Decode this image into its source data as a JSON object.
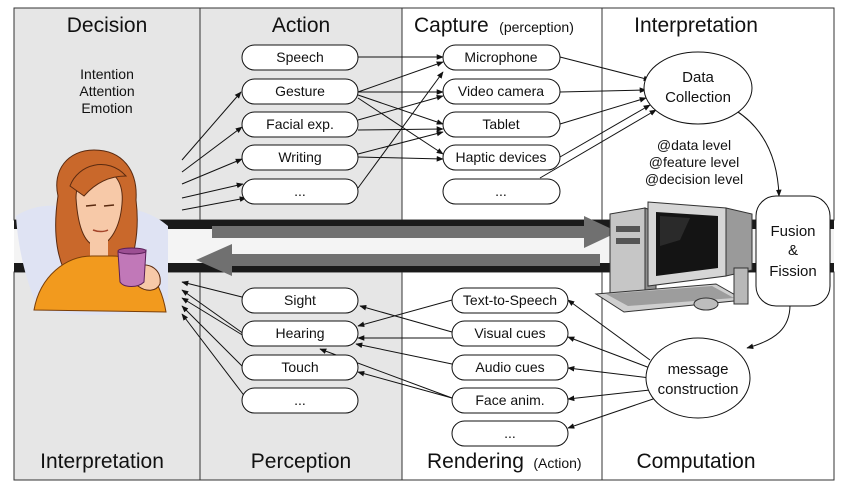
{
  "panels": {
    "top": {
      "decision": {
        "title": "Decision",
        "items": [
          "Intention",
          "Attention",
          "Emotion"
        ]
      },
      "action": {
        "title": "Action"
      },
      "capture": {
        "title": "Capture",
        "subtitle": "(perception)"
      },
      "interpretation": {
        "title": "Interpretation"
      }
    },
    "bottom": {
      "interpretation": {
        "title": "Interpretation"
      },
      "perception": {
        "title": "Perception"
      },
      "rendering": {
        "title": "Rendering",
        "subtitle": "(Action)"
      },
      "computation": {
        "title": "Computation"
      }
    }
  },
  "action_items": [
    "Speech",
    "Gesture",
    "Facial exp.",
    "Writing",
    "..."
  ],
  "capture_items": [
    "Microphone",
    "Video camera",
    "Tablet",
    "Haptic devices",
    "..."
  ],
  "perception_items": [
    "Sight",
    "Hearing",
    "Touch",
    "..."
  ],
  "rendering_items": [
    "Text-to-Speech",
    "Visual cues",
    "Audio cues",
    "Face anim.",
    "..."
  ],
  "data_collection": {
    "line1": "Data",
    "line2": "Collection"
  },
  "levels": [
    "@data level",
    "@feature level",
    "@decision level"
  ],
  "fusion": {
    "line1": "Fusion",
    "line2": "&",
    "line3": "Fission"
  },
  "message_construction": {
    "line1": "message",
    "line2": "construction"
  },
  "colors": {
    "panel_gray": "#e6e6e6",
    "panel_white": "#ffffff",
    "band_dark": "#1a1a1a",
    "flow_arrow": "#707070",
    "hair": "#c9682b",
    "shirt": "#f29a1e",
    "cup": "#c178b8"
  }
}
